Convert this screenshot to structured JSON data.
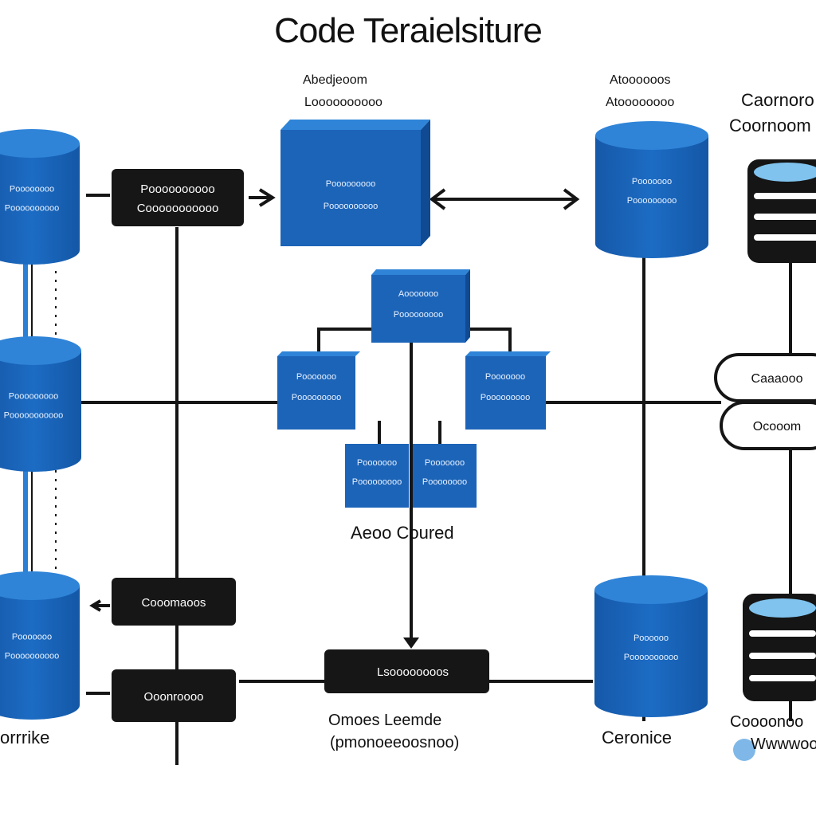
{
  "title": "Code Teraielsiture",
  "labels": {
    "top_middle_1": "Abedjeoom",
    "top_middle_2": "Loooooooooo",
    "top_right_1": "Atoooooos",
    "top_right_2": "Atoooooooo",
    "far_right_1": "Caornoro",
    "far_right_2": "Coornoom",
    "center_caption": "Aeoo Coured",
    "bottom_center_1": "Omoes Leemde",
    "bottom_center_2": "(pmonoeeoosnoo)",
    "bottom_left": "orrrike",
    "bottom_right": "Ceronice",
    "far_right_bottom_1": "Coooonoo",
    "far_right_bottom_2": "Wwwwoo"
  },
  "cylinders": {
    "left_top": [
      "Poooooooo",
      "Poooooooooo"
    ],
    "left_mid": [
      "Pooooooooo",
      "Pooooooooooo"
    ],
    "left_bottom": [
      "Pooooooo",
      "Poooooooooo"
    ],
    "right_top": [
      "Pooooooo",
      "Pooooooooo"
    ],
    "right_bottom": [
      "Poooooo",
      "Poooooooooo"
    ]
  },
  "blue_boxes": {
    "top_center": [
      "Pooooooooo",
      "Poooooooooo"
    ],
    "hub": [
      "Aooooooo",
      "Pooooooooo"
    ],
    "left_child": [
      "Pooooooo",
      "Pooooooooo"
    ],
    "right_child": [
      "Pooooooo",
      "Pooooooooo"
    ],
    "small_left": [
      "Pooooooo",
      "Pooooooooo"
    ],
    "small_right": [
      "Pooooooo",
      "Poooooooo"
    ]
  },
  "dark_boxes": {
    "top_left": [
      "Poooooooooo",
      "Cooooooooooo"
    ],
    "mid_left": "Cooomaoos",
    "bottom_left": "Ooonroooo",
    "bottom_center": "Lsoooooooos"
  },
  "pills": {
    "upper": "Caaaooo",
    "lower": "Ocooom"
  },
  "colors": {
    "blue": "#1c64b8",
    "blue_dark": "#0f4a93",
    "blue_top": "#2f84d8",
    "dark_box": "#161616",
    "line": "#151515",
    "accent_line": "#2b7fd4"
  }
}
